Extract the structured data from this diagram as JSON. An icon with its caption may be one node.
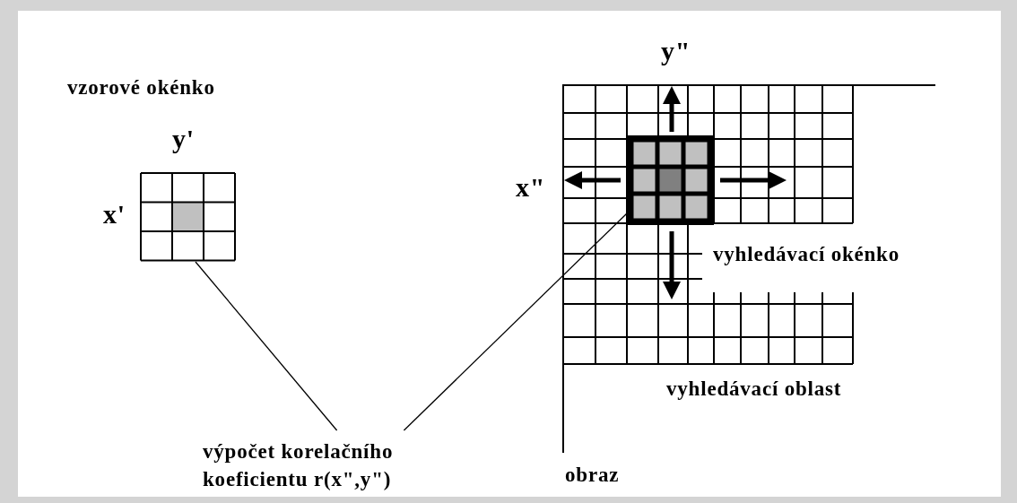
{
  "diagram": {
    "nodes": [
      {
        "text": [
          "vzorové okénko"
        ]
      },
      {
        "text": [
          "obraz"
        ]
      },
      {
        "text": [
          "vyhledávací oblast"
        ],
        "in": 1
      },
      {
        "text": [],
        "shape": "grid",
        "in": 2,
        "beside": [
          "vyhledávací okénko"
        ]
      },
      {
        "text": [
          "výpočet korelačního koeficientu r(x\",y\")"
        ]
      }
    ],
    "edges": [
      {
        "from": 0,
        "to": 4,
        "arrow": "none"
      },
      {
        "from": 3,
        "to": 4,
        "arrow": "none"
      }
    ],
    "labels": [
      "y'",
      "x'",
      "y\"",
      "x\""
    ]
  }
}
